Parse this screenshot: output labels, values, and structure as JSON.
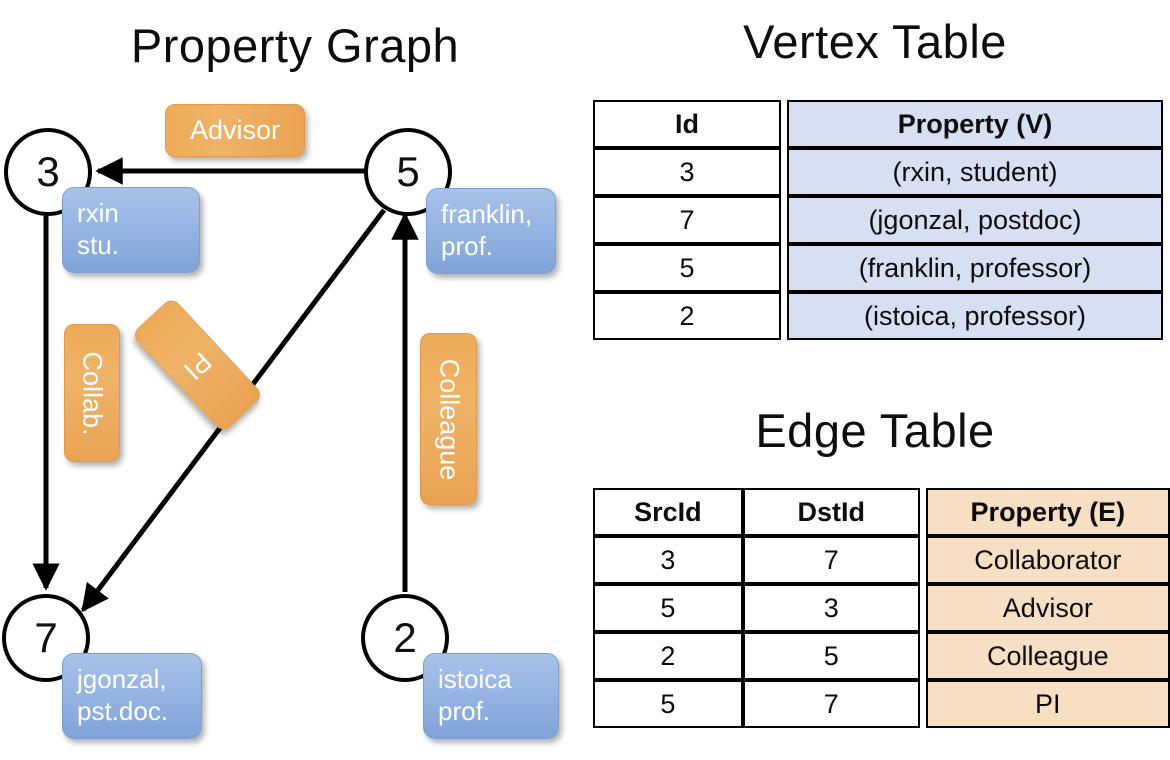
{
  "titles": {
    "property_graph": "Property Graph",
    "vertex_table": "Vertex Table",
    "edge_table": "Edge Table"
  },
  "graph": {
    "nodes": [
      {
        "id": "3",
        "property_line1": "rxin",
        "property_line2": "stu."
      },
      {
        "id": "5",
        "property_line1": "franklin,",
        "property_line2": "prof."
      },
      {
        "id": "7",
        "property_line1": "jgonzal,",
        "property_line2": "pst.doc."
      },
      {
        "id": "2",
        "property_line1": "istoica",
        "property_line2": "prof."
      }
    ],
    "edge_badges": [
      {
        "name": "advisor",
        "label": "Advisor"
      },
      {
        "name": "collab",
        "label": "Collab."
      },
      {
        "name": "pi",
        "label": "PI"
      },
      {
        "name": "colleague",
        "label": "Colleague"
      }
    ],
    "edges": [
      {
        "src": "5",
        "dst": "3",
        "label": "Advisor"
      },
      {
        "src": "3",
        "dst": "7",
        "label": "Collab."
      },
      {
        "src": "5",
        "dst": "7",
        "label": "PI"
      },
      {
        "src": "2",
        "dst": "5",
        "label": "Colleague"
      }
    ]
  },
  "vertex_table": {
    "headers": [
      "Id",
      "Property (V)"
    ],
    "rows": [
      {
        "id": "3",
        "property": "(rxin, student)"
      },
      {
        "id": "7",
        "property": "(jgonzal, postdoc)"
      },
      {
        "id": "5",
        "property": "(franklin, professor)"
      },
      {
        "id": "2",
        "property": "(istoica, professor)"
      }
    ]
  },
  "edge_table": {
    "headers": [
      "SrcId",
      "DstId",
      "Property (E)"
    ],
    "rows": [
      {
        "src": "3",
        "dst": "7",
        "property": "Collaborator"
      },
      {
        "src": "5",
        "dst": "3",
        "property": "Advisor"
      },
      {
        "src": "2",
        "dst": "5",
        "property": "Colleague"
      },
      {
        "src": "5",
        "dst": "7",
        "property": "PI"
      }
    ]
  },
  "colors": {
    "vertex_header_bg": "#d6e0f2",
    "edge_header_bg": "#f7dfc4",
    "node_box_blue": "#8fb0e0",
    "edge_badge_orange": "#eeab58",
    "stroke": "#000000",
    "background": "#ffffff"
  }
}
